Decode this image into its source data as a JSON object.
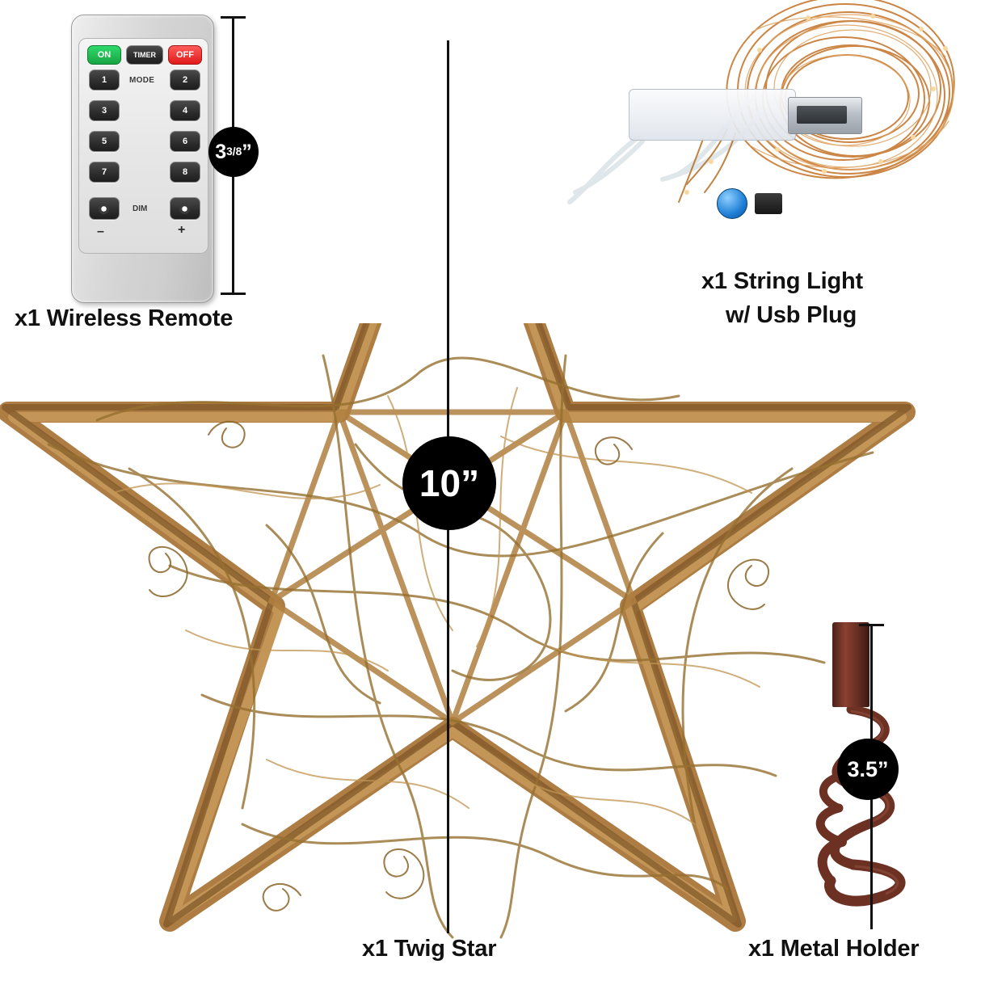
{
  "page": {
    "background": "#ffffff",
    "accent_black": "#000000"
  },
  "remote": {
    "name": "wireless-remote",
    "caption": "x1 Wireless Remote",
    "dimension_badge": {
      "value": "3",
      "fraction": "3/8",
      "unit": "”",
      "full": "3 3/8”"
    },
    "top_row": [
      {
        "label": "ON",
        "color": "#1ca846"
      },
      {
        "label": "TIMER",
        "color": "#2c2c2c"
      },
      {
        "label": "OFF",
        "color": "#e01b1b"
      }
    ],
    "mode_label": "MODE",
    "number_buttons": [
      "1",
      "2",
      "3",
      "4",
      "5",
      "6",
      "7",
      "8"
    ],
    "dim_label": "DIM",
    "dim_minus": "–",
    "dim_plus": "+",
    "brightness_icons": [
      "sun-icon-left",
      "sun-icon-right"
    ]
  },
  "string_light": {
    "name": "string-light-usb",
    "caption_line1": "x1 String Light",
    "caption_line2": "w/ Usb Plug",
    "parts": [
      "usb-controller-body",
      "usb-metal-plug",
      "blue-power-button",
      "black-chip",
      "copper-wire-coil"
    ]
  },
  "twig_star": {
    "name": "twig-star",
    "caption": "x1 Twig Star",
    "dimension_badge": {
      "value": "10",
      "unit": "”",
      "full": "10”"
    },
    "material_color": "#a97a3e"
  },
  "metal_holder": {
    "name": "metal-holder",
    "caption": "x1 Metal Holder",
    "dimension_badge": {
      "value": "3.5",
      "unit": "”",
      "full": "3.5”"
    },
    "parts": [
      "holder-sleeve",
      "spring-coil"
    ]
  }
}
